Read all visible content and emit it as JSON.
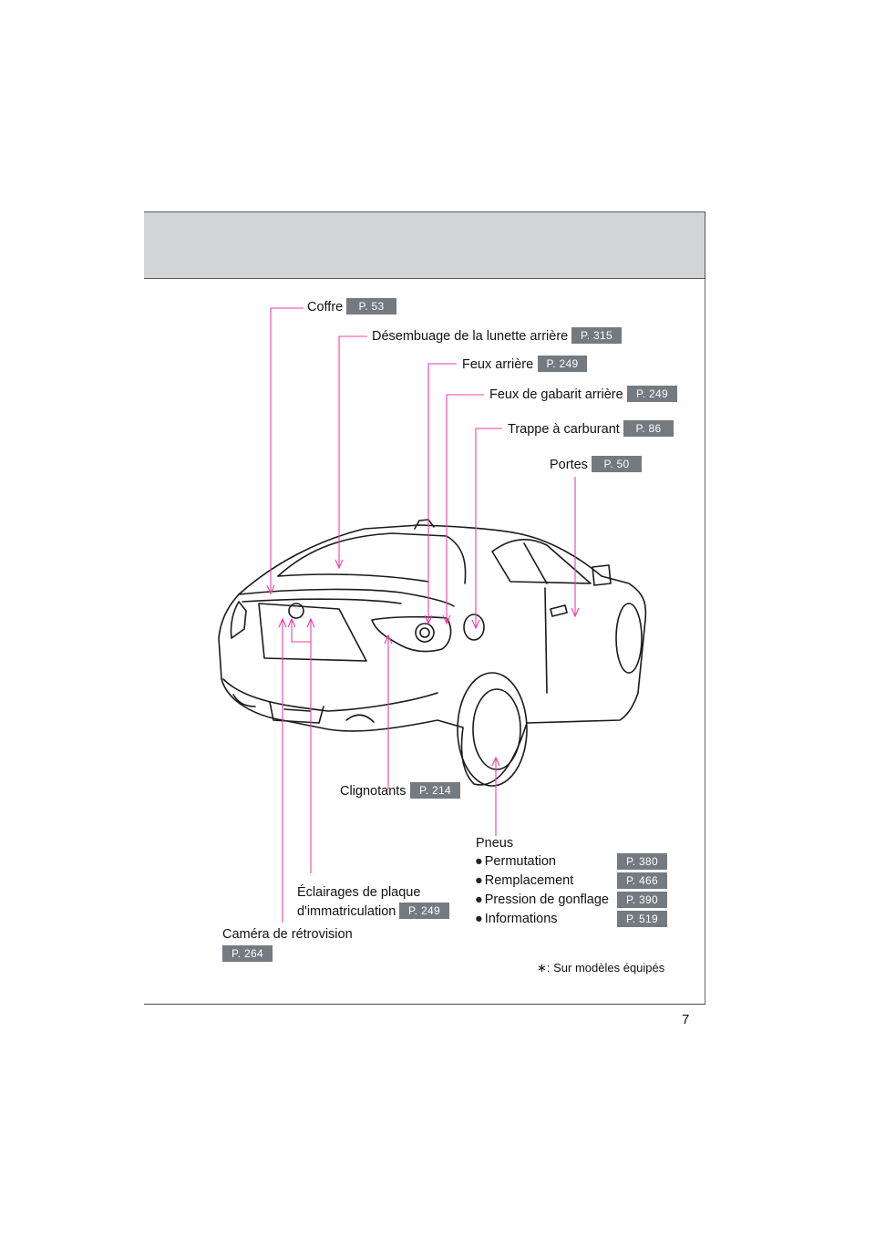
{
  "page": {
    "number": "7"
  },
  "labels": {
    "trunk": {
      "text": "Coffre",
      "ref": "P. 53"
    },
    "defogger": {
      "text": "Désembuage de la lunette arrière",
      "ref": "P. 315"
    },
    "tail_lights": {
      "text": "Feux arrière",
      "ref": "P. 249"
    },
    "side_markers": {
      "text": "Feux de gabarit arrière",
      "ref": "P. 249"
    },
    "fuel_door": {
      "text": "Trappe à carburant",
      "ref": "P. 86"
    },
    "doors": {
      "text": "Portes",
      "ref": "P. 50"
    },
    "turn_signals": {
      "text": "Clignotants",
      "ref": "P. 214"
    },
    "plate_lights": {
      "line1": "Éclairages de plaque",
      "line2": "d'immatriculation",
      "ref": "P. 249"
    },
    "camera": {
      "text": "Caméra de rétrovision",
      "ref": "P. 264"
    }
  },
  "tires": {
    "title": "Pneus",
    "items": [
      {
        "text": "Permutation",
        "ref": "P. 380"
      },
      {
        "text": "Remplacement",
        "ref": "P. 466"
      },
      {
        "text": "Pression de gonflage",
        "ref": "P. 390"
      },
      {
        "text": "Informations",
        "ref": "P. 519"
      }
    ]
  },
  "footnote": {
    "mark": "∗",
    "text": ": Sur modèles équipés"
  },
  "colors": {
    "leader": "#ee3fa8",
    "tag_bg": "#737a80",
    "header_bg": "#d3d4d6"
  }
}
